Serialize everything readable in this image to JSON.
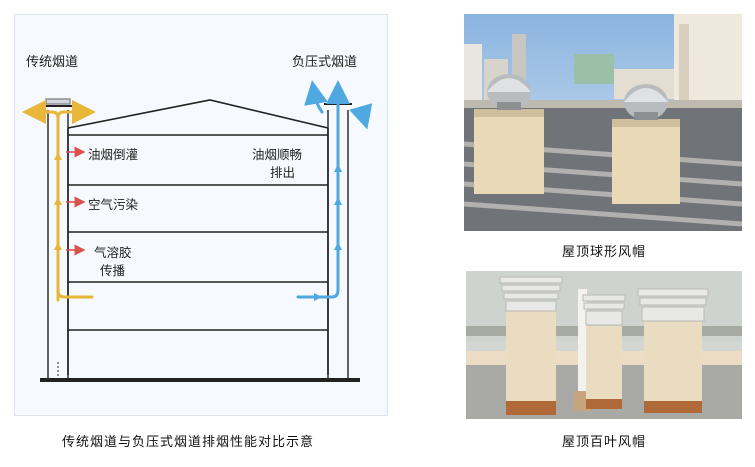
{
  "diagram": {
    "label_traditional": "传统烟道",
    "label_negative": "负压式烟道",
    "issue_1": "油烟倒灌",
    "issue_2": "空气污染",
    "issue_3_line1": "气溶胶",
    "issue_3_line2": "传播",
    "flow_line1": "油烟顺畅",
    "flow_line2": "排出",
    "colors": {
      "traditional_flow": "#e8b73a",
      "negative_flow": "#4fa9e0",
      "backflow_arrow": "#d9534f"
    }
  },
  "captions": {
    "diagram": "传统烟道与负压式烟道排烟性能对比示意",
    "photo_top": "屋顶球形风帽",
    "photo_bottom": "屋顶百叶风帽"
  }
}
